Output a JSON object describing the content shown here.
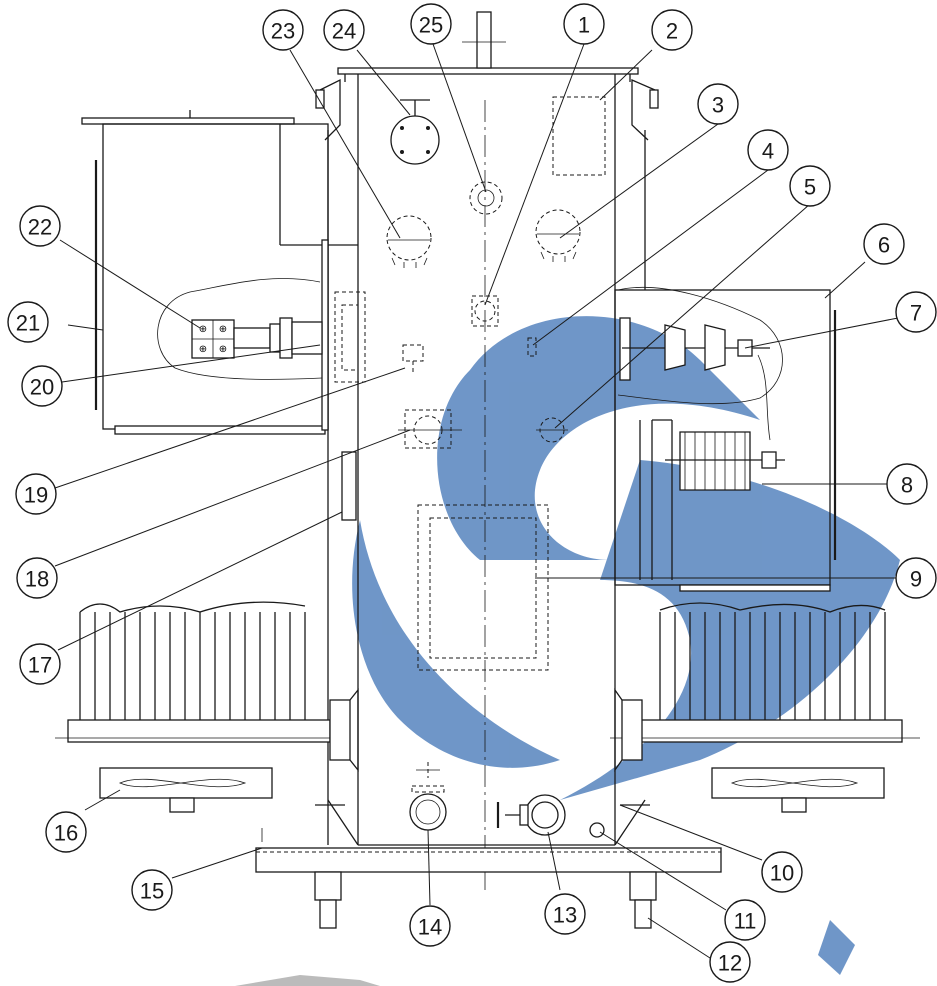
{
  "colors": {
    "line": "#1a1a1a",
    "watermark": "#3f73b5",
    "background": "#ffffff"
  },
  "callouts": [
    {
      "label": "1"
    },
    {
      "label": "2"
    },
    {
      "label": "3"
    },
    {
      "label": "4"
    },
    {
      "label": "5"
    },
    {
      "label": "6"
    },
    {
      "label": "7"
    },
    {
      "label": "8"
    },
    {
      "label": "9"
    },
    {
      "label": "10"
    },
    {
      "label": "11"
    },
    {
      "label": "12"
    },
    {
      "label": "13"
    },
    {
      "label": "14"
    },
    {
      "label": "15"
    },
    {
      "label": "16"
    },
    {
      "label": "17"
    },
    {
      "label": "18"
    },
    {
      "label": "19"
    },
    {
      "label": "20"
    },
    {
      "label": "21"
    },
    {
      "label": "22"
    },
    {
      "label": "23"
    },
    {
      "label": "24"
    },
    {
      "label": "25"
    }
  ]
}
